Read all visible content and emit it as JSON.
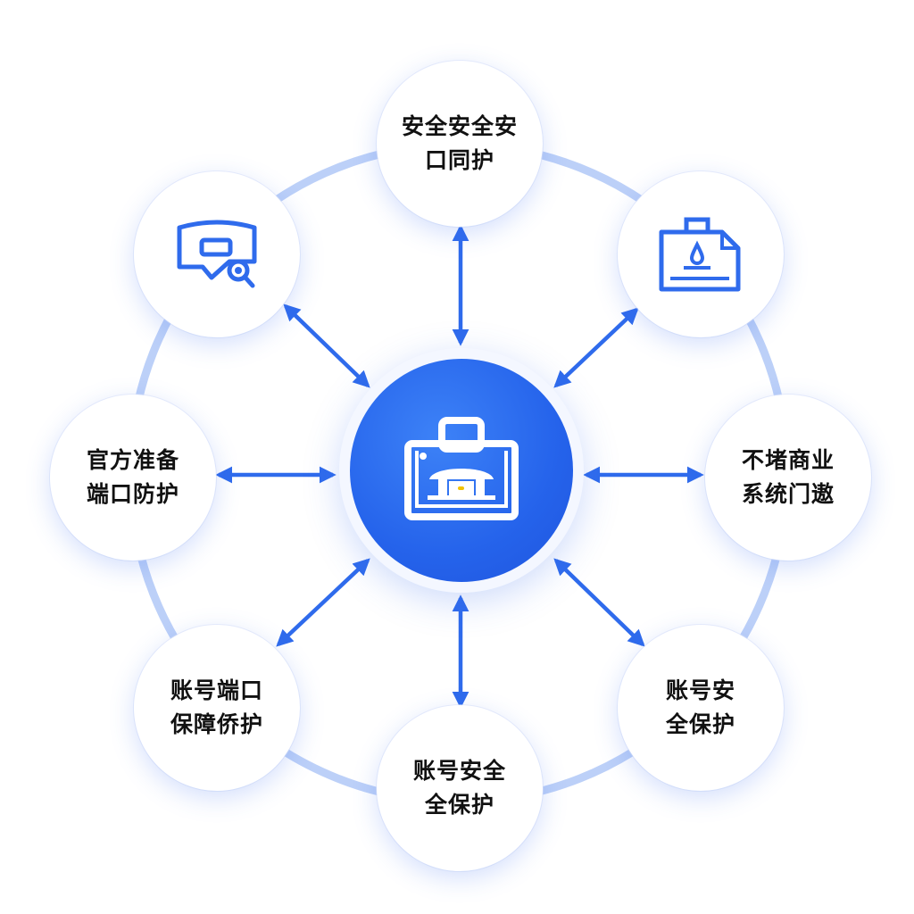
{
  "diagram": {
    "type": "hub-and-spoke",
    "colors": {
      "accent": "#2f6bec",
      "ring": "#b9cdf7",
      "node_bg": "#ffffff",
      "hub_bg": "#2563eb",
      "hub_accent": "#f2c200",
      "text": "#111111"
    },
    "hub": {
      "icon": "briefcase-building-icon"
    },
    "nodes": [
      {
        "id": "top",
        "position": "top",
        "line1": "安全安全安",
        "line2": "口同护"
      },
      {
        "id": "top-left",
        "position": "top-left",
        "icon": "chat-search-icon"
      },
      {
        "id": "top-right",
        "position": "top-right",
        "icon": "document-briefcase-icon"
      },
      {
        "id": "left",
        "position": "left",
        "line1": "官方准备",
        "line2": "端口防护"
      },
      {
        "id": "right",
        "position": "right",
        "line1": "不堵商业",
        "line2": "系统门遨"
      },
      {
        "id": "bottom-left",
        "position": "bottom-left",
        "line1": "账号端口",
        "line2": "保障侨护"
      },
      {
        "id": "bottom-right",
        "position": "bottom-right",
        "line1": "账号安",
        "line2": "全保护"
      },
      {
        "id": "bottom",
        "position": "bottom",
        "line1": "账号安全",
        "line2": "全保护"
      }
    ],
    "connectors": "bidirectional-arrows"
  }
}
